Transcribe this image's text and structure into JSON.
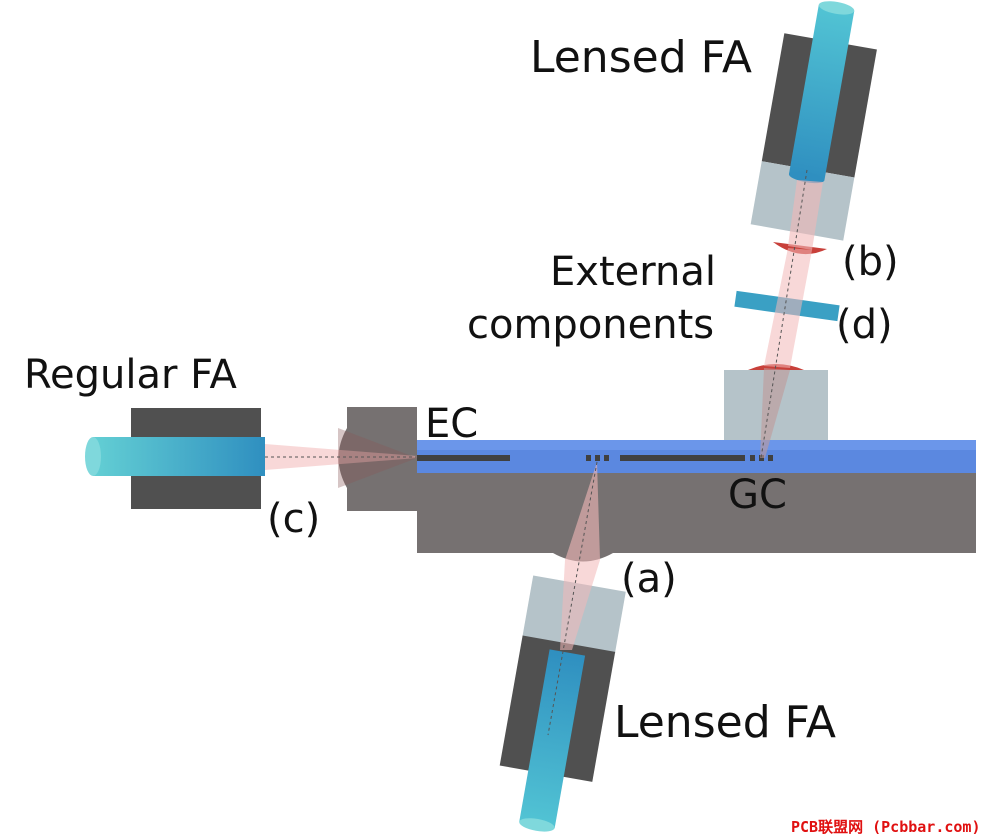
{
  "labels": {
    "lensed_fa_top": "Lensed FA",
    "lensed_fa_bottom": "Lensed FA",
    "regular_fa": "Regular FA",
    "external_line1": "External",
    "external_line2": "components",
    "ec": "EC",
    "gc": "GC",
    "a": "(a)",
    "b": "(b)",
    "c": "(c)",
    "d": "(d)"
  },
  "watermark": "PCB联盟网 (Pcbbar.com)",
  "colors": {
    "chip_substrate": "#767171",
    "waveguide_layer": "#5b88e0",
    "fa_holder": "#505050",
    "lens_block": "#b5c3c9",
    "fiber": "#3aa0c4",
    "micro_lens": "#c8403a",
    "beam": "#f2b8b8"
  }
}
